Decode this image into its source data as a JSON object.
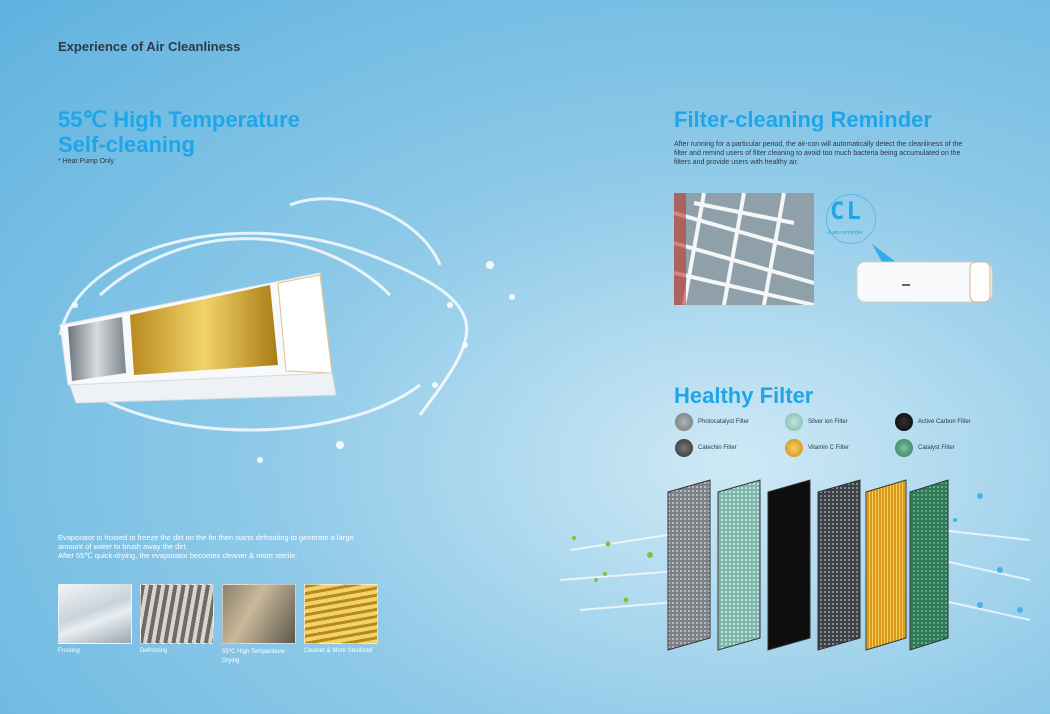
{
  "section_title": "Experience of Air Cleanliness",
  "left": {
    "heading_line1": "55℃ High Temperature",
    "heading_line2": "Self-cleaning",
    "note": "* Heat Pump Only",
    "description_line1": "Evaporator is frosted to freeze the dirt on the fin then starts defrosting to generate a large",
    "description_line2": "amount of water to brush away the dirt.",
    "description_line3": "After 55℃ quick-drying, the evaporator becomes cleaner & more sterile.",
    "steps": [
      {
        "label": "Frosting"
      },
      {
        "label": "Defrosting"
      },
      {
        "label_line1": "55℃ High Temperature",
        "label_line2": "Drying"
      },
      {
        "label": "Cleaner & More Sterilized"
      }
    ]
  },
  "right": {
    "reminder_heading": "Filter-cleaning Reminder",
    "reminder_line1": "After running for a particular period, the air-con will automatically detect the cleanliness of the",
    "reminder_line2": "filter and remind users of filter cleaning to avoid too much bacteria being accumulated on the",
    "reminder_line3": "filters and provide users with healthy air.",
    "display_code": "CL",
    "display_caption": "Auto-reminder",
    "filter_heading": "Healthy Filter",
    "filters": [
      {
        "label": "Photocatalyst Filter",
        "color": "#8a8f94"
      },
      {
        "label": "Silver ion Filter",
        "color": "#8fc9c0"
      },
      {
        "label": "Active Carbon Filter",
        "color": "#111111"
      },
      {
        "label": "Catechin Filter",
        "color": "#4a4e52"
      },
      {
        "label": "Vitamin C Filter",
        "color": "#e3a82a"
      },
      {
        "label": "Catalyst Filter",
        "color": "#3f8f6a"
      }
    ]
  },
  "colors": {
    "heading": "#1ea6e8",
    "dark_text": "#2b3a44"
  }
}
